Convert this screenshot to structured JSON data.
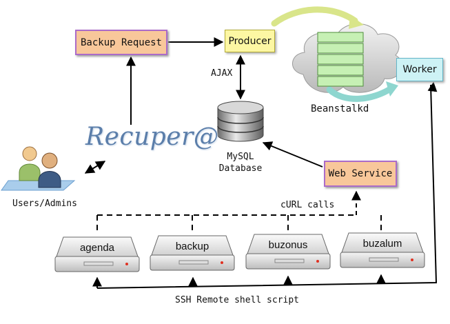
{
  "nodes": {
    "backup_request": "Backup Request",
    "producer": "Producer",
    "worker": "Worker",
    "web_service": "Web Service",
    "beanstalkd": "Beanstalkd",
    "database_line1": "MySQL",
    "database_line2": "Database",
    "users": "Users/Admins",
    "logo": "Recuper@"
  },
  "edge_labels": {
    "ajax": "AJAX",
    "curl": "cURL calls",
    "ssh": "SSH Remote shell script"
  },
  "servers": [
    "agenda",
    "backup",
    "buzonus",
    "buzalum"
  ],
  "colors": {
    "request_box": "#f8c79a",
    "request_border": "#ab6bc9",
    "producer_box": "#fdf7a3",
    "worker_box": "#cdf2f5",
    "queue_cells": "#c6f0b4"
  }
}
